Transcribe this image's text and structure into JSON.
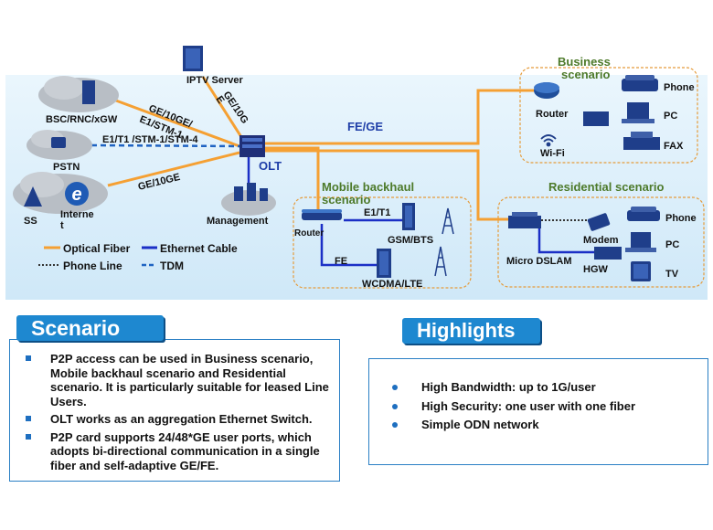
{
  "diagram": {
    "iptv_server": "IPTV Server",
    "bsc_label": "BSC/RNC/xGW",
    "pstn_label": "PSTN",
    "ss_label": "SS",
    "internet_line1": "Interne",
    "internet_line2": "t",
    "olt_label": "OLT",
    "management_label": "Management",
    "link_bsc_line1": "GE/10GE/",
    "link_bsc_line2": "E1/STM-1",
    "link_iptv_line1": "GE/10G",
    "link_iptv_line2": "E",
    "link_pstn": "E1/T1 /STM-1/STM-4",
    "link_internet": "GE/10GE",
    "link_main": "FE/GE",
    "legend_fiber": "Optical Fiber",
    "legend_ethernet": "Ethernet Cable",
    "legend_phone": "Phone Line",
    "legend_tdm": "TDM",
    "business_title_line1": "Business",
    "business_title_line2": "scenario",
    "business_router": "Router",
    "business_wifi": "Wi-Fi",
    "business_phone": "Phone",
    "business_pc": "PC",
    "business_fax": "FAX",
    "mobile_title_line1": "Mobile backhaul",
    "mobile_title_line2": "scenario",
    "mobile_router": "Router",
    "mobile_e1t1": "E1/T1",
    "mobile_gsm": "GSM/BTS",
    "mobile_fe": "FE",
    "mobile_wcdma": "WCDMA/LTE",
    "residential_title": "Residential scenario",
    "res_dslam": "Micro DSLAM",
    "res_modem": "Modem",
    "res_hgw": "HGW",
    "res_phone": "Phone",
    "res_pc": "PC",
    "res_tv": "TV"
  },
  "scenario": {
    "title": "Scenario",
    "items": [
      "P2P access can be used in Business scenario, Mobile backhaul scenario and Residential scenario. It is particularly suitable for leased Line Users.",
      "OLT works as an aggregation Ethernet Switch.",
      "P2P card supports 24/48*GE user ports, which adopts bi-directional communication in a single fiber and self-adaptive GE/FE."
    ]
  },
  "highlights": {
    "title": "Highlights",
    "items": [
      "High Bandwidth: up to 1G/user",
      "High Security: one user with one fiber",
      "Simple ODN network"
    ]
  },
  "colors": {
    "background_band": "#dceffa",
    "fiber": "#f5a033",
    "ethernet": "#1b2fc6",
    "tdm": "#1f63c2",
    "scenario_title": "#4d7a2a",
    "header": "#1e88d0"
  }
}
